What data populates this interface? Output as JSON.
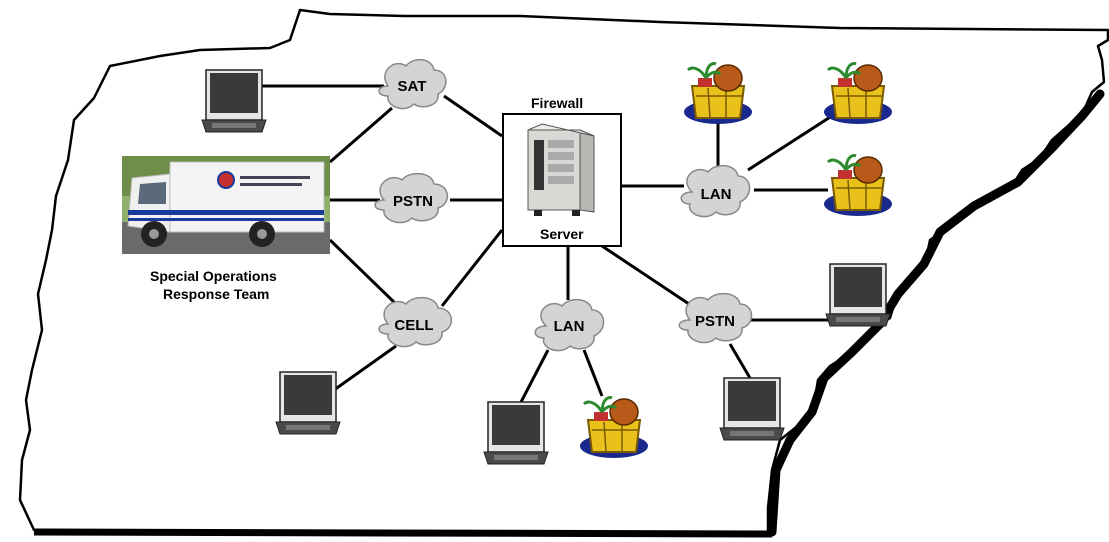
{
  "labels": {
    "firewall": "Firewall",
    "server": "Server",
    "team_line1": "Special Operations",
    "team_line2": "Response Team"
  },
  "clouds": {
    "sat": "SAT",
    "pstn_left": "PSTN",
    "cell": "CELL",
    "lan_center": "LAN",
    "lan_right": "LAN",
    "pstn_right": "PSTN"
  },
  "colors": {
    "cloud_fill": "#d4d4d4",
    "border": "#000000",
    "laptop_screen": "#3a3a3a",
    "basket": "#e8c21a",
    "desk_mat": "#1a2a8c"
  }
}
